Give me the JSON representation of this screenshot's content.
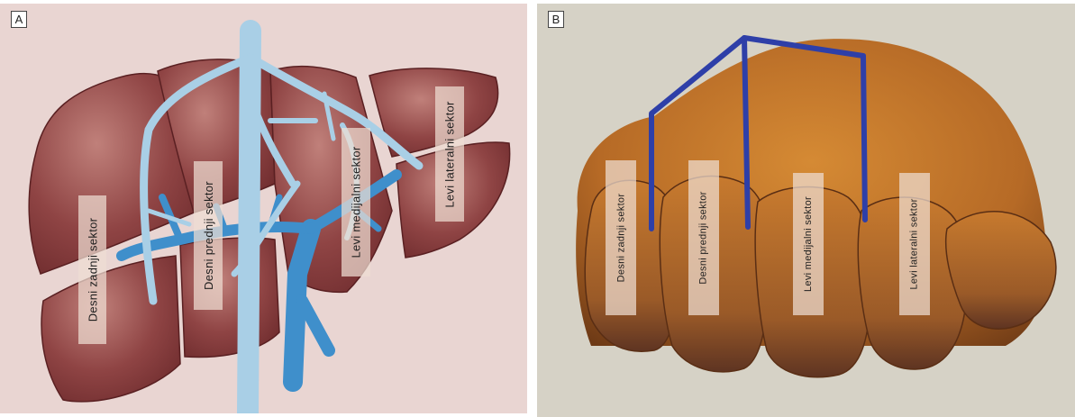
{
  "panel_a": {
    "letter": "A",
    "labels": [
      "Desni zadnji sektor",
      "Desni prednji sektor",
      "Levi medijalni sektor",
      "Levi lateralni sektor"
    ]
  },
  "panel_b": {
    "letter": "B",
    "labels": [
      "Desni zadnji sektor",
      "Desni prednji sektor",
      "Levi medijalni sektor",
      "Levi lateralni sektor"
    ]
  },
  "colors": {
    "liver": "#8a3c3c",
    "hepatic_vein": "#a9cfe6",
    "portal_vein": "#3f8fcb",
    "fist_skin": "#c47a2e",
    "line_overlay": "#2e3fa8"
  }
}
